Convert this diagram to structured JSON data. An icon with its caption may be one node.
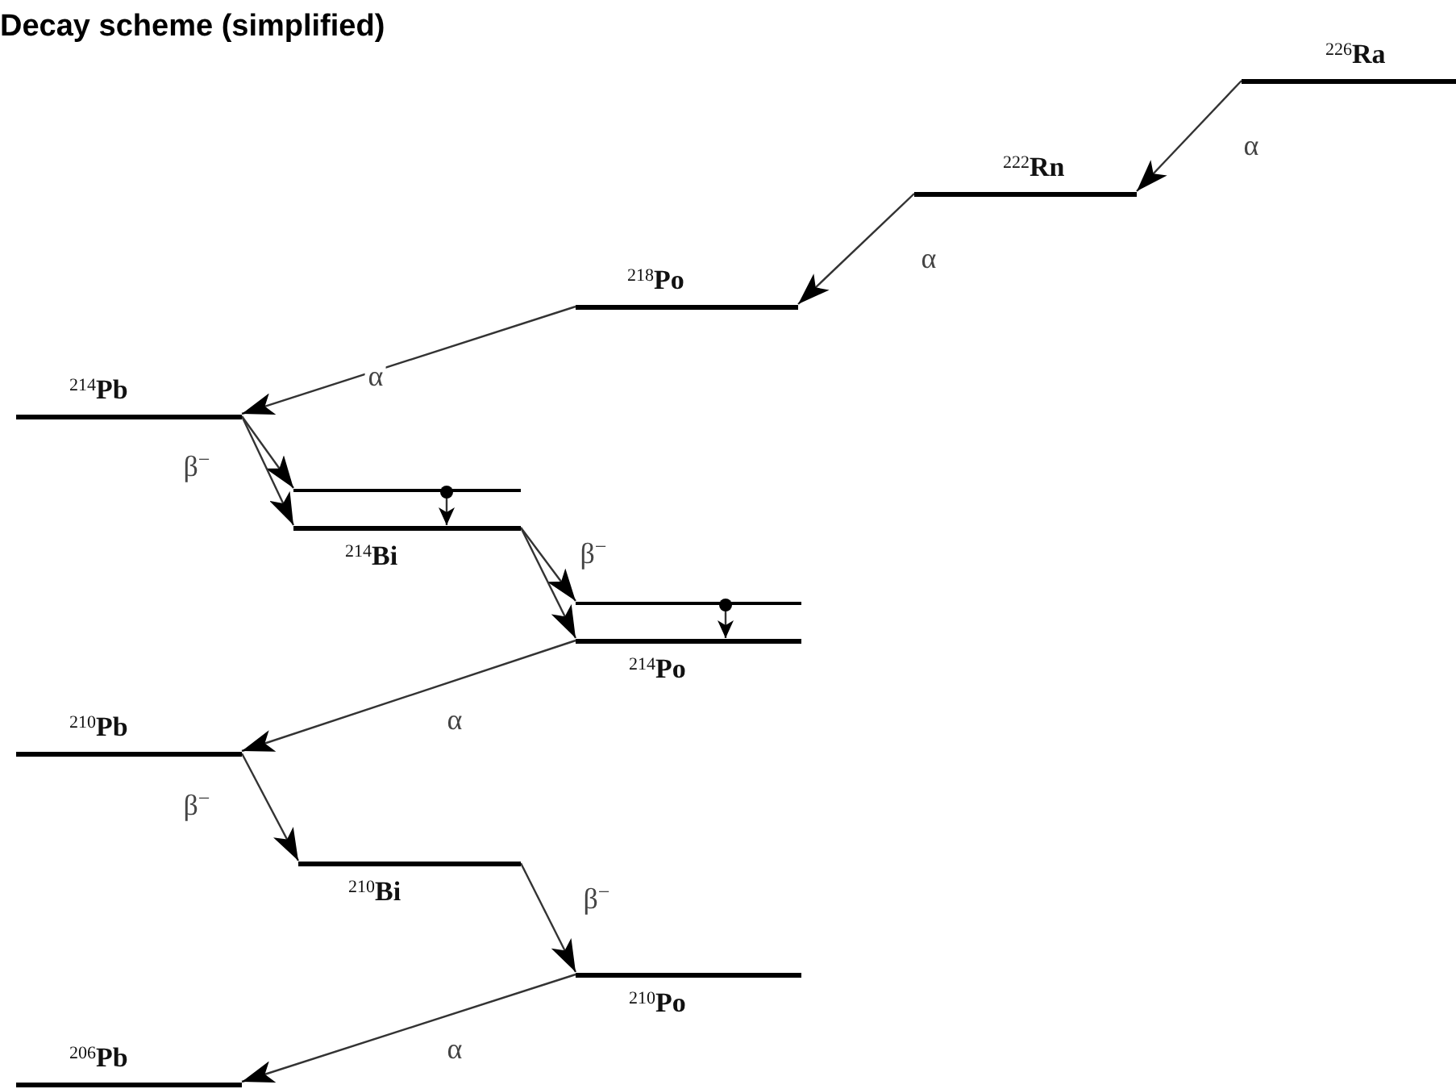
{
  "diagram": {
    "title": "Decay scheme (simplified)",
    "nodes": [
      {
        "text": [
          "$^{226}$Ra"
        ]
      },
      {
        "text": [
          "$^{222}$Rn"
        ]
      },
      {
        "text": [
          "$^{218}$Po"
        ]
      },
      {
        "text": [
          "$^{214}$Pb"
        ]
      },
      {
        "text": [],
        "shape": "bar"
      },
      {
        "text": [
          "$^{214}$Bi"
        ]
      },
      {
        "text": [],
        "shape": "bar"
      },
      {
        "text": [
          "$^{214}$Po"
        ]
      },
      {
        "text": [
          "$^{210}$Pb"
        ]
      },
      {
        "text": [
          "$^{210}$Bi"
        ]
      },
      {
        "text": [
          "$^{210}$Po"
        ]
      },
      {
        "text": [
          "$^{206}$Pb"
        ]
      }
    ],
    "edges": [
      {
        "from": 0,
        "to": 1,
        "arrow": "to",
        "label": "α"
      },
      {
        "from": 1,
        "to": 2,
        "arrow": "to",
        "label": "α"
      },
      {
        "from": 2,
        "to": 3,
        "arrow": "to",
        "label": "α"
      },
      {
        "from": 3,
        "to": 4,
        "arrow": "to"
      },
      {
        "from": 3,
        "to": 5,
        "arrow": "to",
        "label": "β$^{−}$"
      },
      {
        "from": 4,
        "to": 5,
        "arrow": "to"
      },
      {
        "from": 5,
        "to": 6,
        "arrow": "to"
      },
      {
        "from": 5,
        "to": 7,
        "arrow": "to",
        "label": "β$^{−}$"
      },
      {
        "from": 6,
        "to": 7,
        "arrow": "to"
      },
      {
        "from": 7,
        "to": 8,
        "arrow": "to",
        "label": "α"
      },
      {
        "from": 8,
        "to": 9,
        "arrow": "to",
        "label": "β$^{−}$"
      },
      {
        "from": 9,
        "to": 10,
        "arrow": "to",
        "label": "β$^{−}$"
      },
      {
        "from": 10,
        "to": 11,
        "arrow": "to",
        "label": "α"
      }
    ]
  }
}
